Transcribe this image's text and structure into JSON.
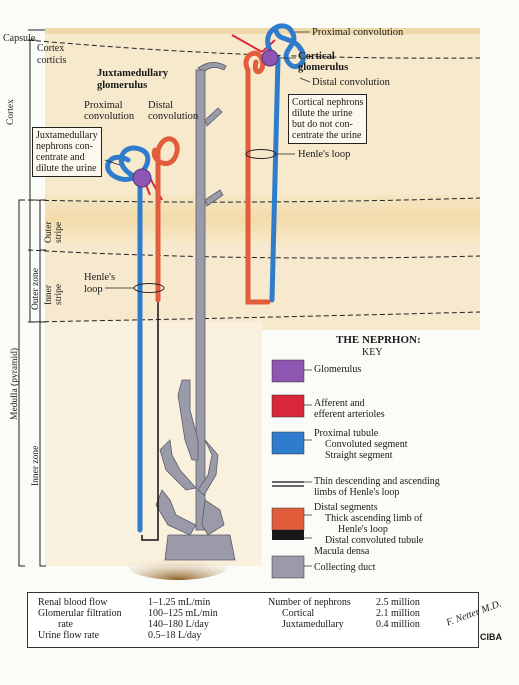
{
  "zones": {
    "capsule": "Capsule",
    "cortex_corticis_1": "Cortex",
    "cortex_corticis_2": "corticis",
    "cortex": "Cortex",
    "outer_stripe_1": "Outer",
    "outer_stripe_2": "stripe",
    "inner_stripe_1": "Inner",
    "inner_stripe_2": "stripe",
    "outer_zone": "Outer zone",
    "inner_zone": "Inner zone",
    "medulla": "Medulla (pyramid)"
  },
  "labels": {
    "proximal_convolution_top": "Proximal convolution",
    "cortical_glomerulus_1": "Cortical",
    "cortical_glomerulus_2": "glomerulus",
    "distal_convolution_right": "Distal convolution",
    "juxta_glomerulus_1": "Juxtamedullary",
    "juxta_glomerulus_2": "glomerulus",
    "proximal_left_1": "Proximal",
    "proximal_left_2": "convolution",
    "distal_left_1": "Distal",
    "distal_left_2": "convolution",
    "henle_loop_right": "Henle's loop",
    "henle_loop_left_1": "Henle's",
    "henle_loop_left_2": "loop"
  },
  "boxes": {
    "juxta_box": [
      "Juxtamedullary",
      "nephrons con-",
      "centrate and",
      "dilute the urine"
    ],
    "cortical_box": [
      "Cortical nephrons",
      "dilute the urine",
      "but do not con-",
      "centrate the urine"
    ]
  },
  "key": {
    "title": "THE NEPRHON:",
    "subtitle": "KEY",
    "glomerulus": "Glomerulus",
    "arterioles_1": "Afferent and",
    "arterioles_2": "efferent arterioles",
    "proximal_1": "Proximal tubule",
    "proximal_2": "Convoluted segment",
    "proximal_3": "Straight segment",
    "thin_1": "Thin descending and ascending",
    "thin_2": "limbs of Henle's loop",
    "distal_1": "Distal segments",
    "distal_2": "Thick ascending limb of",
    "distal_3": "Henle's loop",
    "distal_4": "Distal convoluted tubule",
    "distal_5": "Macula densa",
    "collecting": "Collecting duct"
  },
  "stats": {
    "rbf_label": "Renal blood flow",
    "rbf_value": "1–1.25 mL/min",
    "gfr_label_1": "Glomerular filtration",
    "gfr_label_2": "rate",
    "gfr_value_1": "100–125 mL/min",
    "gfr_value_2": "140–180 L/day",
    "urine_label": "Urine flow rate",
    "urine_value": "0.5–18 L/day",
    "nephrons_label": "Number of nephrons",
    "nephrons_value": "2.5 million",
    "cortical_label": "Cortical",
    "cortical_value": "2.1 million",
    "juxta_label": "Juxtamedullary",
    "juxta_value": "0.4 million"
  },
  "signature": "F. Netter M.D.",
  "logo": "CIBA",
  "colors": {
    "glomerulus": "#8d56b0",
    "arterioles": "#d9283a",
    "proximal": "#2f7ccc",
    "distal": "#e15d3c",
    "macula": "#181818",
    "collecting": "#9a9aa8",
    "cortex_bg": "#f5e6c4",
    "medulla_bg": "#f8efdd"
  }
}
